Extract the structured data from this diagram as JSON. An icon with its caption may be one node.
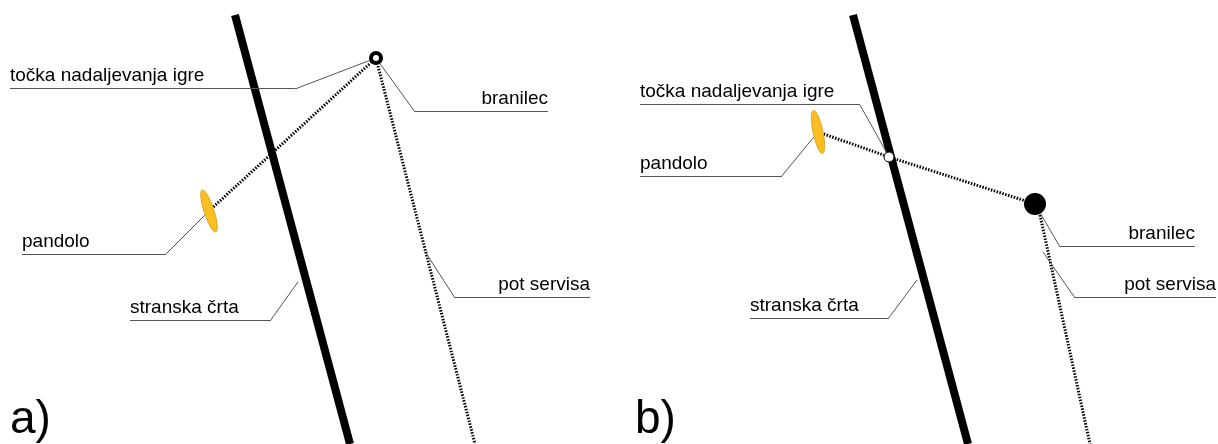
{
  "diagram": {
    "nodes": [
      {
        "text": [
          "točka nadaljevanja igre"
        ]
      },
      {
        "text": [],
        "shape": "circle"
      },
      {
        "text": [
          "branilec"
        ]
      },
      {
        "text": [],
        "shape": "ellipse"
      },
      {
        "text": [
          "pandolo"
        ]
      },
      {
        "text": [
          "stranska črta"
        ]
      },
      {
        "text": [
          "pot servisa"
        ]
      },
      {
        "text": [],
        "shape": "line"
      },
      {
        "text": [
          "točka nadaljevanja igre"
        ]
      },
      {
        "text": [],
        "shape": "circle"
      },
      {
        "text": [],
        "shape": "ellipse"
      },
      {
        "text": [
          "pandolo"
        ]
      },
      {
        "text": [],
        "shape": "circle"
      },
      {
        "text": [
          "branilec"
        ]
      },
      {
        "text": [
          "pot servisa"
        ]
      },
      {
        "text": [
          "stranska črta"
        ]
      },
      {
        "text": [],
        "shape": "line"
      }
    ],
    "edges": [
      {
        "from": 0,
        "to": 1,
        "arrow": "none"
      },
      {
        "from": 2,
        "to": 1,
        "arrow": "none"
      },
      {
        "from": 3,
        "to": 1,
        "arrow": "none",
        "style": "dashed"
      },
      {
        "from": 4,
        "to": 3,
        "arrow": "none"
      },
      {
        "from": 5,
        "to": null,
        "arrow": "none"
      },
      {
        "from": 6,
        "to": 7,
        "arrow": "none"
      },
      {
        "from": 8,
        "to": 9,
        "arrow": "none"
      },
      {
        "from": 10,
        "to": 9,
        "arrow": "none",
        "style": "dashed"
      },
      {
        "from": 9,
        "to": 12,
        "arrow": "none",
        "style": "dashed"
      },
      {
        "from": 11,
        "to": 10,
        "arrow": "none"
      },
      {
        "from": 13,
        "to": 12,
        "arrow": "none"
      },
      {
        "from": 14,
        "to": 16,
        "arrow": "none"
      },
      {
        "from": 15,
        "to": null,
        "arrow": "none"
      }
    ],
    "labels": [
      "a)",
      "b)"
    ]
  }
}
